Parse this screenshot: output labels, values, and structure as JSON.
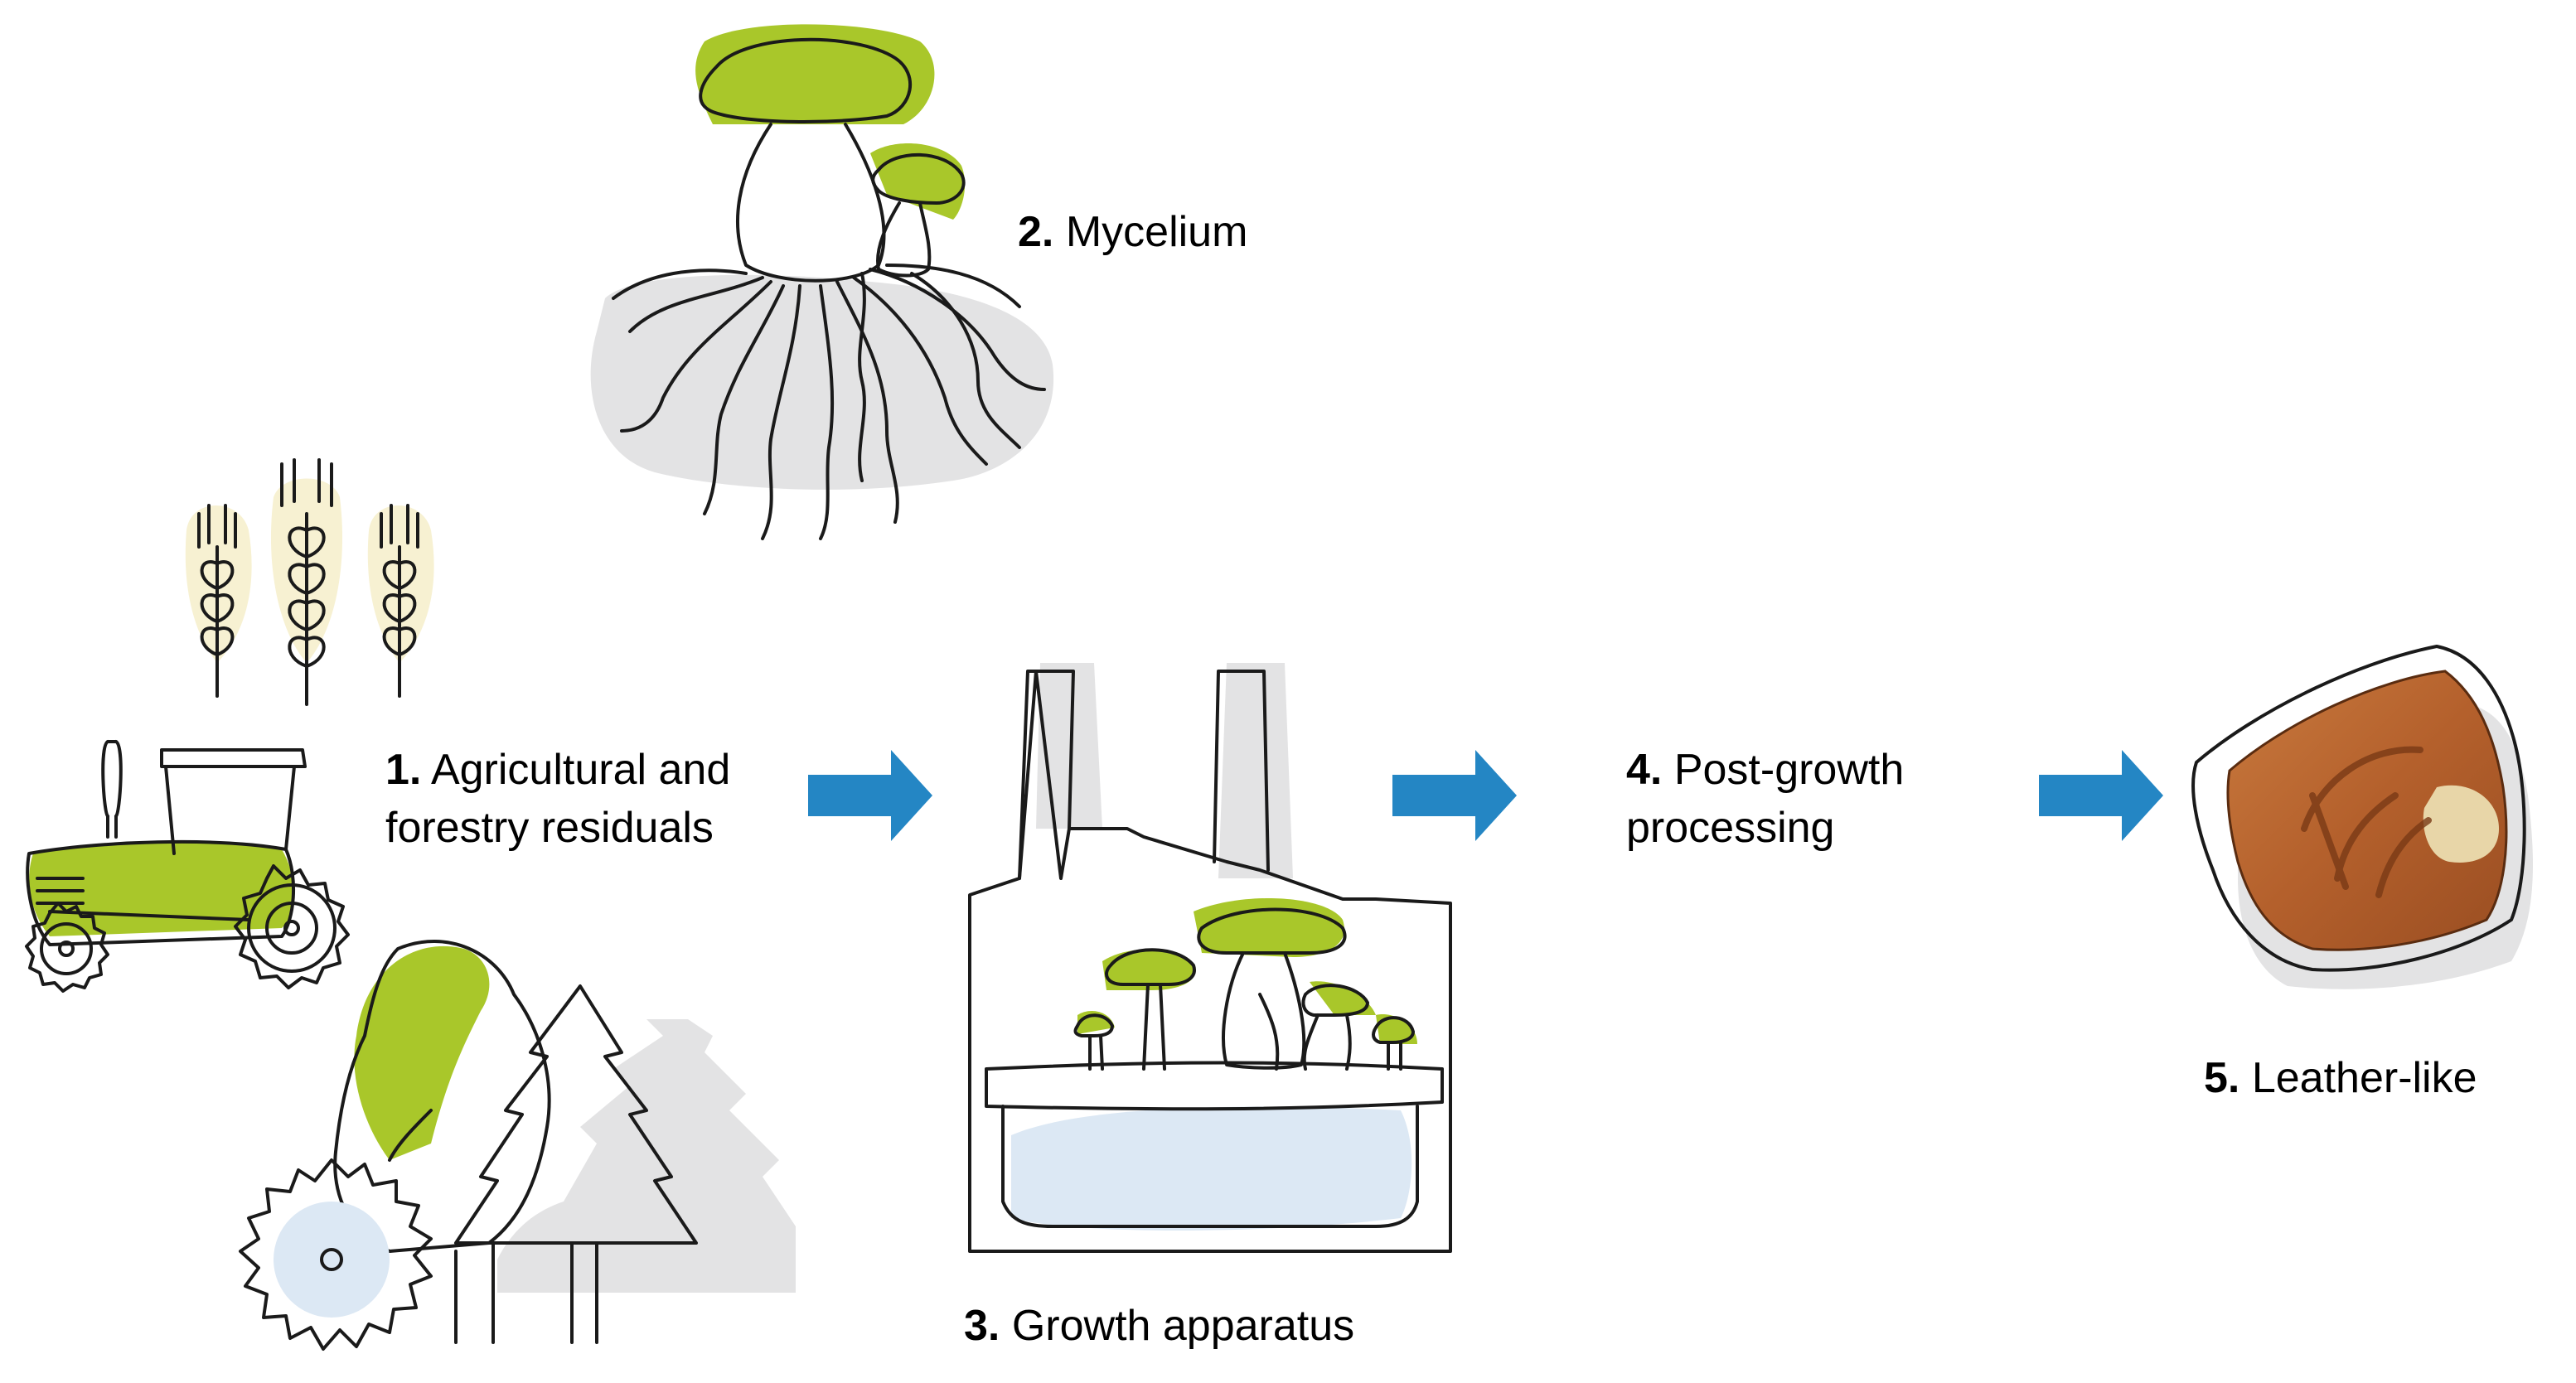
{
  "colors": {
    "accent_green": "#A9C72A",
    "shadow_gray": "#E3E3E4",
    "light_blue": "#DCE8F4",
    "wheat_glow": "#F7F1D2",
    "arrow_blue": "#2486C4",
    "stroke": "#1A1A1A",
    "leather": "#B9642F"
  },
  "steps": [
    {
      "number": "1.",
      "lines": [
        "Agricultural and",
        "forestry residuals"
      ],
      "icons": [
        "wheat-icon",
        "tractor-icon",
        "saw-blade-icon",
        "trees-icon"
      ]
    },
    {
      "number": "2.",
      "lines": [
        "Mycelium"
      ],
      "icons": [
        "mushroom-mycelium-icon"
      ]
    },
    {
      "number": "3.",
      "lines": [
        "Growth apparatus"
      ],
      "icons": [
        "factory-growth-tray-icon"
      ]
    },
    {
      "number": "4.",
      "lines": [
        "Post-growth",
        "processing"
      ],
      "icons": []
    },
    {
      "number": "5.",
      "lines": [
        "Leather-like"
      ],
      "icons": [
        "leather-sample-icon"
      ]
    }
  ],
  "arrows": [
    "right-arrow",
    "right-arrow",
    "right-arrow"
  ]
}
